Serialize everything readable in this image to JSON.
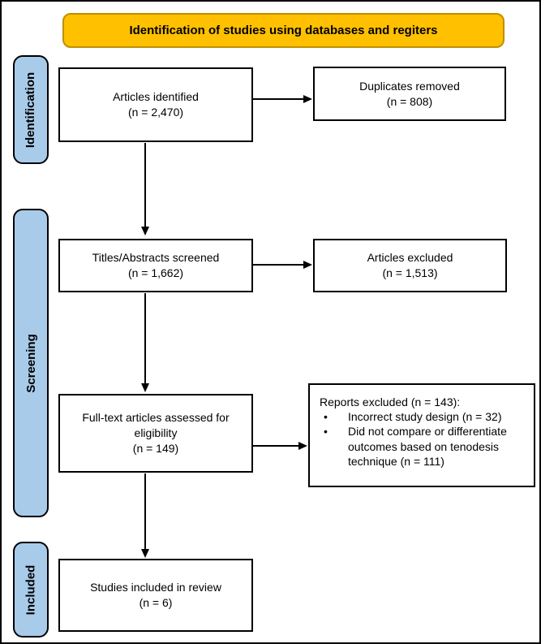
{
  "header": {
    "title": "Identification of studies using databases and regiters"
  },
  "stages": {
    "identification": "Identification",
    "screening": "Screening",
    "included": "Included"
  },
  "boxes": {
    "identified": {
      "lines": [
        "Articles identified",
        "(n = 2,470)"
      ]
    },
    "duplicates": {
      "lines": [
        "Duplicates removed",
        "(n = 808)"
      ]
    },
    "screened": {
      "lines": [
        "Titles/Abstracts screened",
        "(n = 1,662)"
      ]
    },
    "excluded": {
      "lines": [
        "Articles excluded",
        "(n = 1,513)"
      ]
    },
    "fulltext": {
      "lines": [
        "Full-text articles assessed for",
        "eligibility",
        "(n = 149)"
      ]
    },
    "reports": {
      "title": "Reports excluded (n = 143):",
      "bullet_glyph": "•",
      "bullets": [
        "Incorrect study design (n = 32)",
        "Did not compare or differentiate outcomes based on tenodesis technique (n = 111)"
      ]
    },
    "included_review": {
      "lines": [
        "Studies included in review",
        "(n = 6)"
      ]
    }
  },
  "colors": {
    "banner_fill": "#FFC000",
    "banner_border": "#BF9000",
    "stage_fill": "#A8CBEA",
    "box_border": "#000000"
  }
}
